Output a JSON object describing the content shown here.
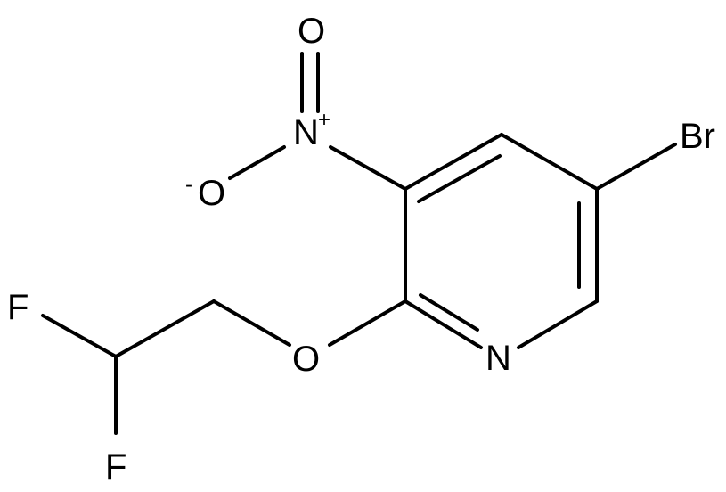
{
  "molecule": {
    "atoms": {
      "bromine": "Br",
      "nitro_oxygen_top": "O",
      "nitro_nitrogen": "N",
      "nitro_nitrogen_charge": "+",
      "nitro_oxygen_left": "O",
      "nitro_oxygen_charge": "-",
      "ring_nitrogen": "N",
      "ether_oxygen": "O",
      "fluorine_top": "F",
      "fluorine_bottom": "F"
    }
  }
}
